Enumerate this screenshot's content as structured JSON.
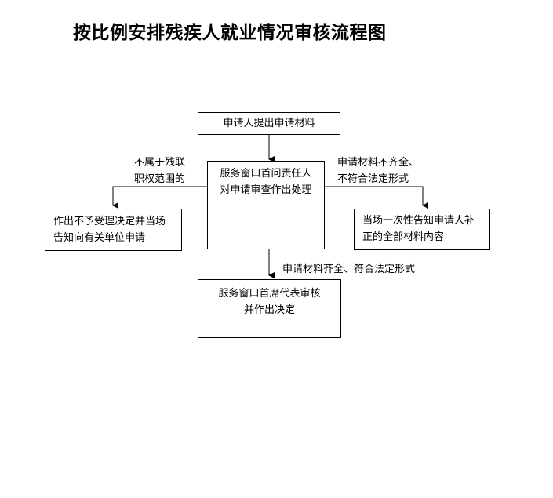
{
  "title": "按比例安排残疾人就业情况审核流程图",
  "nodes": {
    "apply": {
      "lines": [
        "申请人提出申请材料"
      ]
    },
    "window": {
      "lines": [
        "服务窗口首问责任人",
        "对申请审查作出处理"
      ]
    },
    "reject": {
      "lines": [
        "作出不予受理决定并当场",
        "告知向有关单位申请"
      ]
    },
    "supplement": {
      "lines": [
        "当场一次性告知申请人补",
        "正的全部材料内容"
      ]
    },
    "decide": {
      "lines": [
        "服务窗口首席代表审核",
        "并作出决定"
      ]
    }
  },
  "edge_labels": {
    "not_in_scope": [
      "不属于残联",
      "职权范围的"
    ],
    "incomplete": [
      "申请材料不齐全、",
      "不符合法定形式"
    ],
    "complete": [
      "申请材料齐全、符合法定形式"
    ]
  }
}
